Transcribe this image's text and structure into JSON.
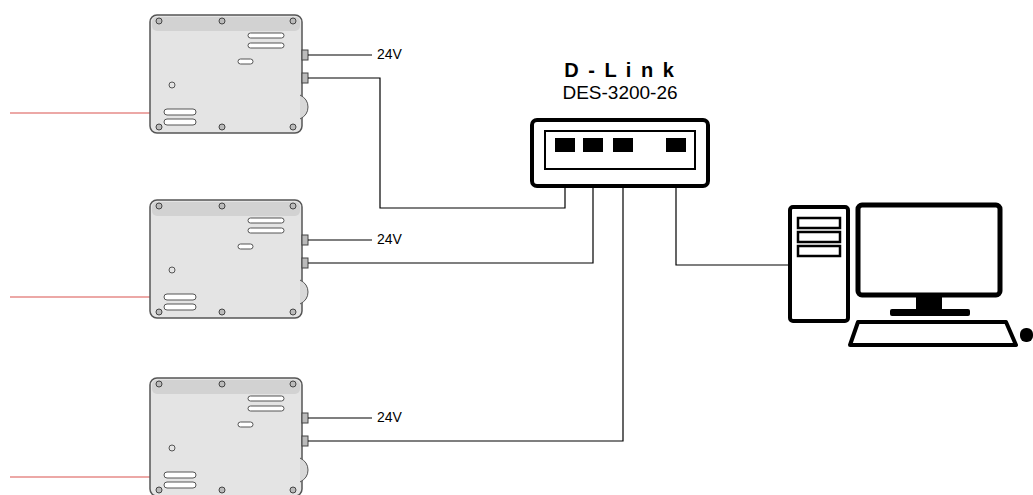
{
  "diagram": {
    "nodes": [
      {
        "text": [
          "D - L i n k",
          "DES-3200-26"
        ]
      }
    ],
    "labels": [
      "24V",
      "24V",
      "24V"
    ]
  }
}
